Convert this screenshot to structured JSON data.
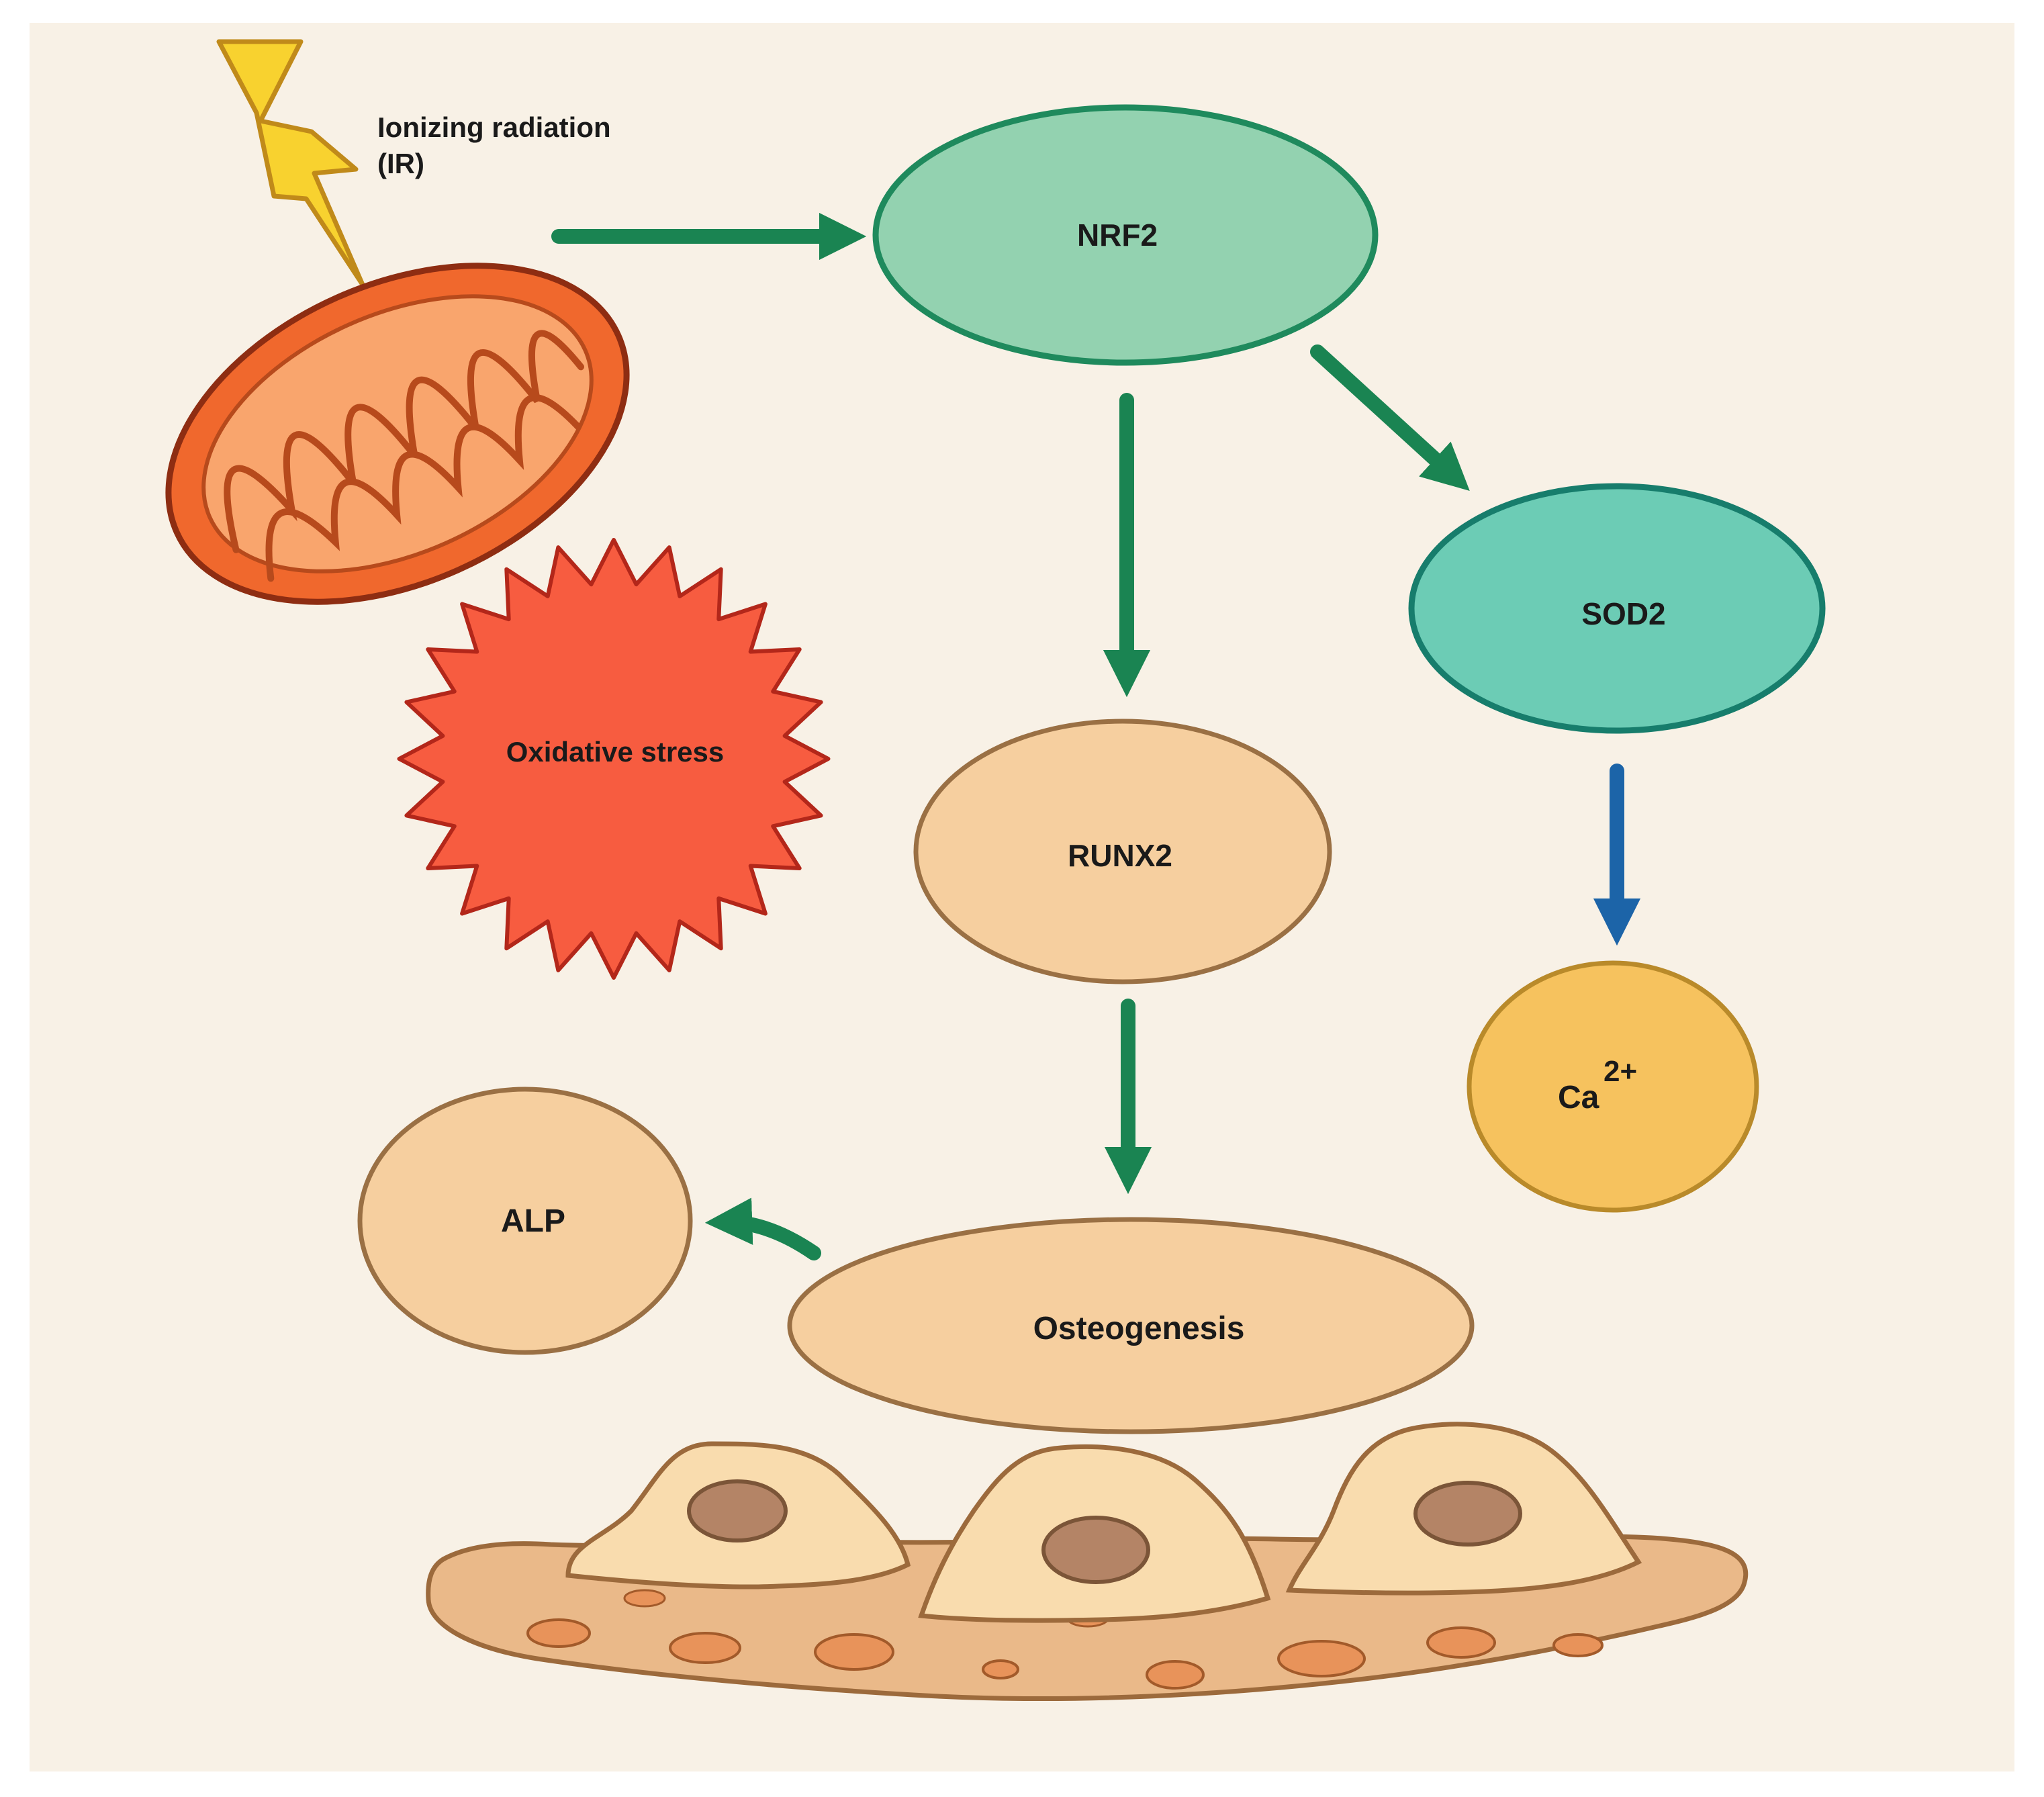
{
  "colors": {
    "background": "#f8f1e6",
    "arrow_green": "#1a8452",
    "arrow_blue": "#1c64a8",
    "nrf2_fill": "#93d2b0",
    "nrf2_stroke": "#1f8a5d",
    "sod2_fill": "#6cccb5",
    "sod2_stroke": "#177d6c",
    "peach_fill": "#f6cf9f",
    "peach_stroke": "#9a7044",
    "calcium_fill": "#f6c25e",
    "calcium_stroke": "#b98a2a",
    "stress_fill": "#f75c40",
    "stress_stroke": "#b3271a",
    "mito_outer": "#f0682d",
    "mito_inner": "#f9a56d",
    "bolt_fill": "#f8d22f"
  },
  "nodes": {
    "radiation": {
      "label_line1": "Ionizing radiation",
      "label_line2": "(IR)",
      "icon": "lightning-bolt-icon"
    },
    "mitochondrion": {
      "icon": "mitochondrion-icon"
    },
    "nrf2": {
      "label": "NRF2"
    },
    "sod2": {
      "label": "SOD2"
    },
    "oxidative_stress": {
      "label": "Oxidative stress"
    },
    "runx2": {
      "label": "RUNX2"
    },
    "calcium": {
      "label": "Ca",
      "superscript": "2+"
    },
    "alp": {
      "label": "ALP"
    },
    "osteogenesis": {
      "label": "Osteogenesis"
    },
    "bone_cells": {
      "icon": "osteoblast-cells-icon"
    }
  },
  "edges": [
    {
      "from": "radiation",
      "to": "nrf2",
      "color": "green"
    },
    {
      "from": "nrf2",
      "to": "runx2",
      "color": "green"
    },
    {
      "from": "nrf2",
      "to": "sod2",
      "color": "green"
    },
    {
      "from": "sod2",
      "to": "calcium",
      "color": "blue"
    },
    {
      "from": "runx2",
      "to": "osteogenesis",
      "color": "green"
    },
    {
      "from": "osteogenesis",
      "to": "alp",
      "color": "green"
    }
  ]
}
